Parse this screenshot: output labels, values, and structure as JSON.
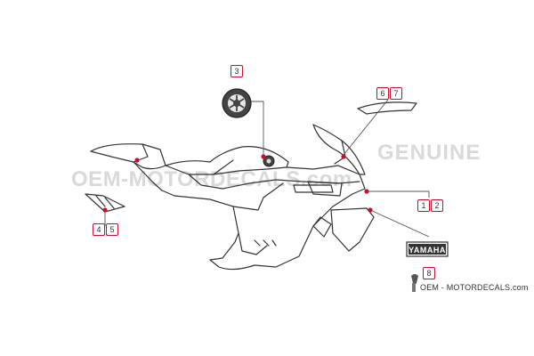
{
  "part_labels": [
    "1",
    "2",
    "3",
    "4",
    "5",
    "6",
    "7",
    "8"
  ],
  "decal_text": "YAMAHA",
  "watermark": {
    "line1": "GENUINE",
    "line2": "OEM-MOTORDECALS.com"
  },
  "brand_footer": "OEM - MOTORDECALS.com",
  "colors": {
    "accent": "#c8102e",
    "outline": "#333333",
    "watermark": "#d9d9d9"
  }
}
